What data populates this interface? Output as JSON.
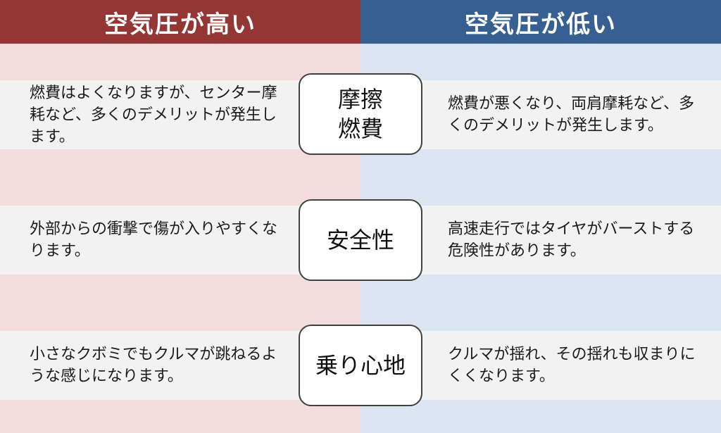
{
  "headers": {
    "high": "空気圧が高い",
    "low": "空気圧が低い"
  },
  "rows": [
    {
      "label": "摩擦\n燃費",
      "high": "燃費はよくなりますが、センター摩耗など、多くのデメリットが発生します。",
      "low": "燃費が悪くなり、両肩摩耗など、多くのデメリットが発生します。"
    },
    {
      "label": "安全性",
      "high": "外部からの衝撃で傷が入りやすくなります。",
      "low": "高速走行ではタイヤがバーストする危険性があります。"
    },
    {
      "label": "乗り心地",
      "high": "小さなクボミでもクルマが跳ねるような感じになります。",
      "low": "クルマが揺れ、その揺れも収まりにくくなります。"
    }
  ],
  "colors": {
    "high_header": "#943634",
    "low_header": "#366092",
    "high_bg": "#f2dcdc",
    "low_bg": "#dbe5f1",
    "band_bg": "#f2f2f2"
  }
}
